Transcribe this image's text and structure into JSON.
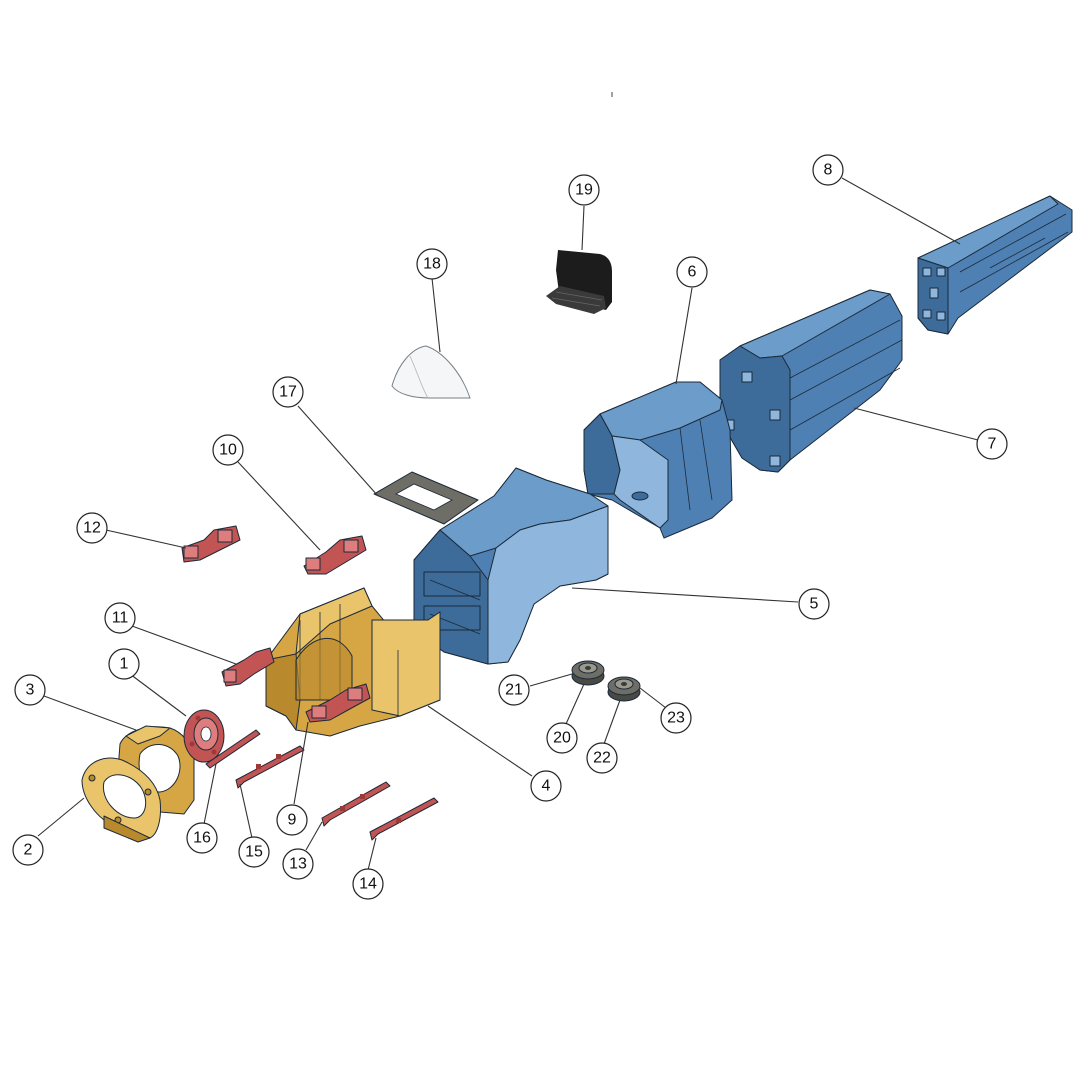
{
  "callouts": {
    "c1": "1",
    "c2": "2",
    "c3": "3",
    "c4": "4",
    "c5": "5",
    "c6": "6",
    "c7": "7",
    "c8": "8",
    "c9": "9",
    "c10": "10",
    "c11": "11",
    "c12": "12",
    "c13": "13",
    "c14": "14",
    "c15": "15",
    "c16": "16",
    "c17": "17",
    "c18": "18",
    "c19": "19",
    "c20": "20",
    "c21": "21",
    "c22": "22",
    "c23": "23"
  },
  "colors": {
    "fuselage_blue": "#4f80b3",
    "nose_gold": "#d6a544",
    "small_parts_red": "#c25454",
    "wheels_grey": "#6e6d66",
    "seat_black": "#1c1c1c",
    "canopy_clear": "#f4f6f8"
  }
}
